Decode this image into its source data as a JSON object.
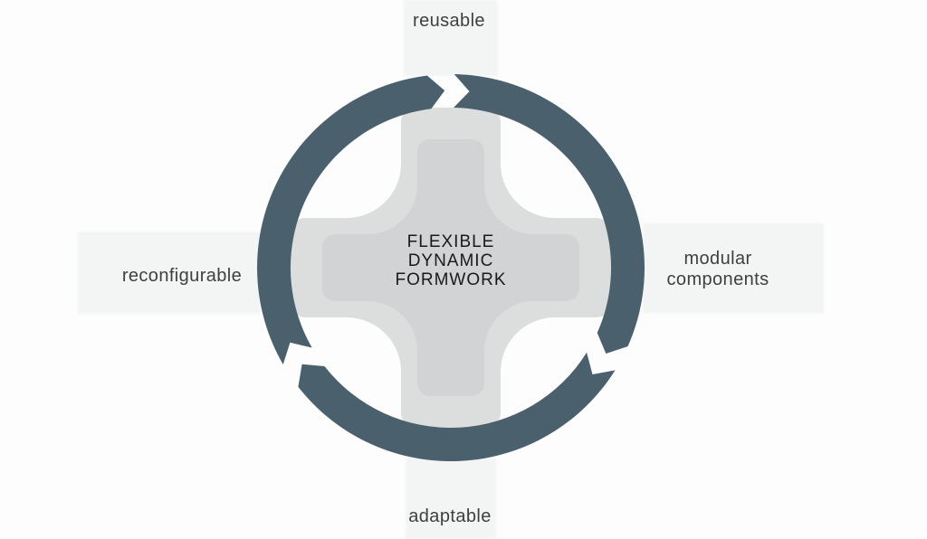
{
  "diagram": {
    "center_label": {
      "lines": [
        "FLEXIBLE",
        "DYNAMIC",
        "FORMWORK"
      ]
    },
    "labels": {
      "top": "reusable",
      "right": [
        "modular",
        "components"
      ],
      "bottom": "adaptable",
      "left": "reconfigurable"
    },
    "cycle": {
      "type": "cycle-arrow-ring",
      "arrow_count": 3,
      "direction": "clockwise",
      "break_angles_deg": [
        358,
        119,
        237
      ]
    },
    "colors": {
      "background": "#fdfdfd",
      "ring": "#4b606d",
      "cross_outer": "#dcdddd",
      "cross_inner": "#d2d3d4",
      "band": "#f3f4f4",
      "center_text": "#1a1a1a",
      "label_text": "#3f3f3f"
    }
  }
}
